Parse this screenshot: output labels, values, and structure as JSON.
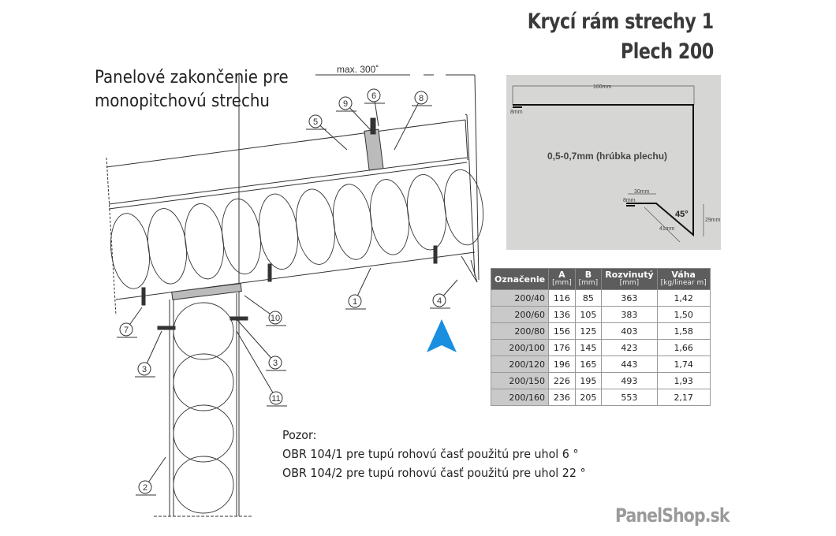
{
  "header": {
    "title_line1": "Krycí rám strechy 1",
    "title_line2": "Plech 200"
  },
  "diagram": {
    "subtitle_line1": "Panelové zakončenie pre",
    "subtitle_line2": "monopitchovú strechu",
    "max_label": "max. 300˚",
    "callouts": [
      "9",
      "6",
      "8",
      "5",
      "1",
      "4",
      "10",
      "7",
      "3",
      "3",
      "11",
      "2"
    ],
    "arrow_color": "#1a8fe0"
  },
  "profile": {
    "width_label": "160mm",
    "thickness_label": "0,5-0,7mm (hrúbka plechu)",
    "hem_label": "8mm",
    "hem_label2": "8mm",
    "lip_label": "30mm",
    "diag_label": "41mm",
    "height_label": "29mm",
    "angle_label": "45°"
  },
  "table": {
    "headers": [
      {
        "t": "Označenie",
        "u": ""
      },
      {
        "t": "A",
        "u": "[mm]"
      },
      {
        "t": "B",
        "u": "[mm]"
      },
      {
        "t": "Rozvinutý",
        "u": "[mm]"
      },
      {
        "t": "Váha",
        "u": "[kg/linear m]"
      }
    ],
    "rows": [
      [
        "200/40",
        "116",
        "85",
        "363",
        "1,42"
      ],
      [
        "200/60",
        "136",
        "105",
        "383",
        "1,50"
      ],
      [
        "200/80",
        "156",
        "125",
        "403",
        "1,58"
      ],
      [
        "200/100",
        "176",
        "145",
        "423",
        "1,66"
      ],
      [
        "200/120",
        "196",
        "165",
        "443",
        "1,74"
      ],
      [
        "200/150",
        "226",
        "195",
        "493",
        "1,93"
      ],
      [
        "200/160",
        "236",
        "205",
        "553",
        "2,17"
      ]
    ]
  },
  "note": {
    "heading": "Pozor:",
    "line1": "OBR 104/1 pre tupú rohovú časť použitú pre uhol 6 °",
    "line2": "OBR 104/2 pre tupú rohovú časť použitú pre uhol 22 °"
  },
  "logo": {
    "text": "PanelShop.sk"
  }
}
